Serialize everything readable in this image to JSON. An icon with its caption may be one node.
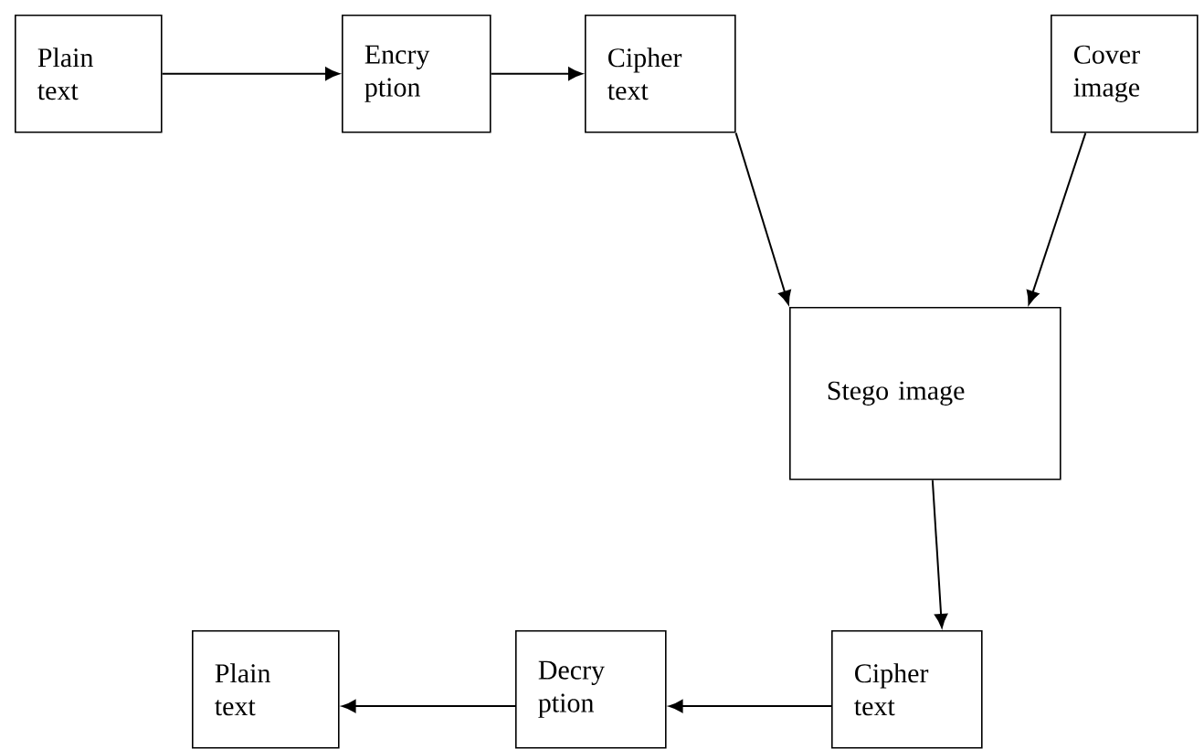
{
  "diagram": {
    "nodes": [
      {
        "text": [
          "Plain text"
        ]
      },
      {
        "text": [
          "Encry ption"
        ]
      },
      {
        "text": [
          "Cipher text"
        ]
      },
      {
        "text": [
          "Cover image"
        ]
      },
      {
        "text": [
          "Stego image"
        ]
      },
      {
        "text": [
          "Cipher text"
        ]
      },
      {
        "text": [
          "Decry ption"
        ]
      },
      {
        "text": [
          "Plain text"
        ]
      }
    ],
    "edges": [
      {
        "from": 0,
        "to": 1,
        "arrow": "to"
      },
      {
        "from": 1,
        "to": 2,
        "arrow": "to"
      },
      {
        "from": 2,
        "to": 4,
        "arrow": "to"
      },
      {
        "from": 3,
        "to": 4,
        "arrow": "to"
      },
      {
        "from": 4,
        "to": 5,
        "arrow": "to"
      },
      {
        "from": 5,
        "to": 6,
        "arrow": "to"
      },
      {
        "from": 6,
        "to": 7,
        "arrow": "to"
      }
    ]
  }
}
